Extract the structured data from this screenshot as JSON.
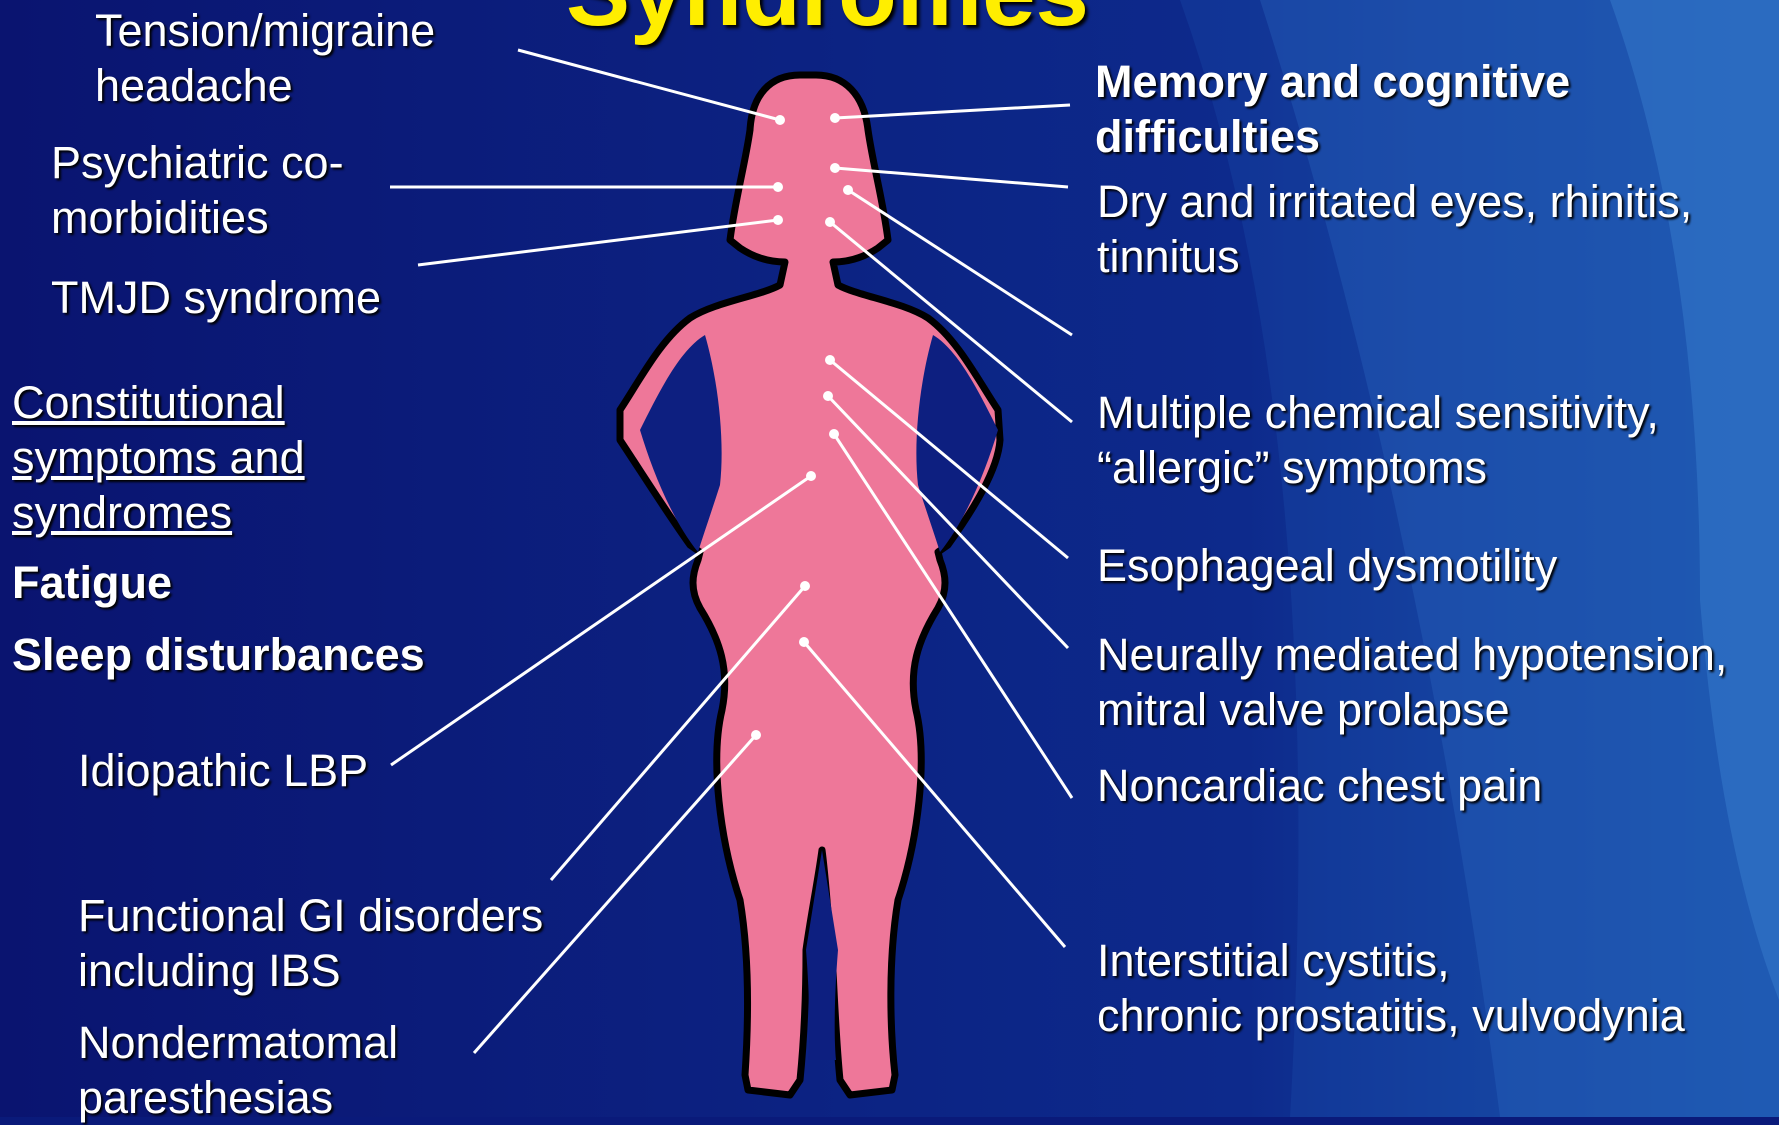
{
  "title": "Syndromes",
  "colors": {
    "background": "#0a1a7a",
    "title": "#ffee00",
    "text": "#ffffff",
    "figure": "#ee7799",
    "outline": "#000000"
  },
  "left_labels": {
    "tension": [
      "Tension/migraine",
      "headache"
    ],
    "psychiatric": [
      "Psychiatric co-",
      "morbidities"
    ],
    "tmjd": [
      "TMJD syndrome"
    ],
    "constitutional": [
      "Constitutional",
      "symptoms and",
      "syndromes"
    ],
    "fatigue": [
      "Fatigue"
    ],
    "sleep": [
      "Sleep disturbances"
    ],
    "lbp": [
      "Idiopathic LBP"
    ],
    "gi": [
      "Functional GI disorders",
      "including IBS"
    ],
    "paresthesias": [
      "Nondermatomal",
      "paresthesias"
    ]
  },
  "right_labels": {
    "memory": [
      "Memory and cognitive",
      "difficulties"
    ],
    "eyes": [
      "Dry and irritated eyes, rhinitis,",
      "tinnitus"
    ],
    "chemical": [
      "Multiple chemical sensitivity,",
      "“allergic” symptoms"
    ],
    "esophageal": [
      "Esophageal dysmotility"
    ],
    "hypotension": [
      "Neurally mediated hypotension,",
      "mitral valve prolapse"
    ],
    "chest": [
      "Noncardiac chest pain"
    ],
    "cystitis": [
      "Interstitial cystitis,",
      "chronic prostatitis, vulvodynia"
    ]
  },
  "figure": {
    "description_icon": "female-body-silhouette-icon"
  }
}
